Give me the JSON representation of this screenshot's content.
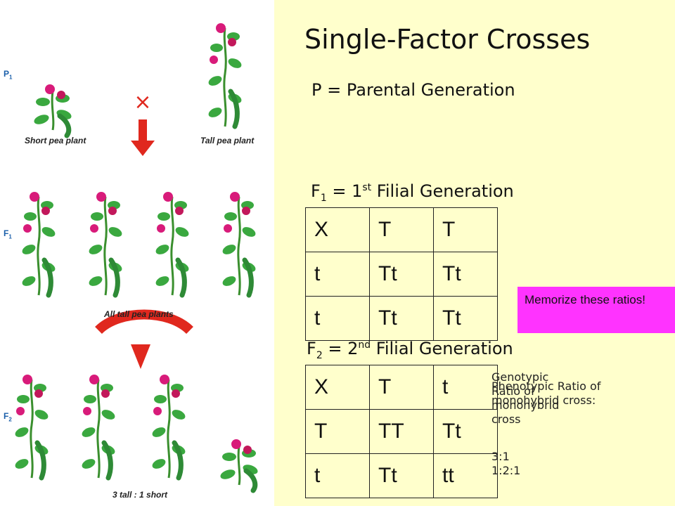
{
  "slide": {
    "title": "Single-Factor Crosses",
    "parental_label": "P = Parental Generation",
    "f1": {
      "prefix": "F",
      "sub": "1",
      "mid": " = 1",
      "sup": "st",
      "suffix": " Filial Generation"
    },
    "f2": {
      "prefix": "F",
      "sub": "2",
      "mid": " = 2",
      "sup": "nd",
      "suffix": " Filial Generation"
    },
    "memorize_note": "Memorize these ratios!",
    "genotypic_ratio": {
      "label": "Genotypic Ratio of monohybrid cross",
      "value": "1:2:1"
    },
    "phenotypic_ratio": {
      "label": "Phenotypic Ratio of monohybrid cross:",
      "value": "3:1"
    }
  },
  "punnett_f1": [
    [
      "X",
      "T",
      "T"
    ],
    [
      "t",
      "Tt",
      "Tt"
    ],
    [
      "t",
      "Tt",
      "Tt"
    ]
  ],
  "punnett_f2": [
    [
      "X",
      "T",
      "t"
    ],
    [
      "T",
      "TT",
      "Tt"
    ],
    [
      "t",
      "Tt",
      "tt"
    ]
  ],
  "illustration": {
    "p1_tag": {
      "prefix": "P",
      "sub": "1"
    },
    "f1_tag": {
      "prefix": "F",
      "sub": "1"
    },
    "f2_tag": {
      "prefix": "F",
      "sub": "2"
    },
    "short_label": "Short pea plant",
    "tall_label": "Tall pea plant",
    "all_tall_label": "All tall pea plants",
    "ratio_label": "3 tall : 1 short",
    "cross_symbol": "×"
  },
  "colors": {
    "background": "#ffffcc",
    "memorize_bg": "#ff33ff",
    "arrow": "#e0281e",
    "leaf": "#2e9b3a",
    "flower": "#d81b7a"
  }
}
